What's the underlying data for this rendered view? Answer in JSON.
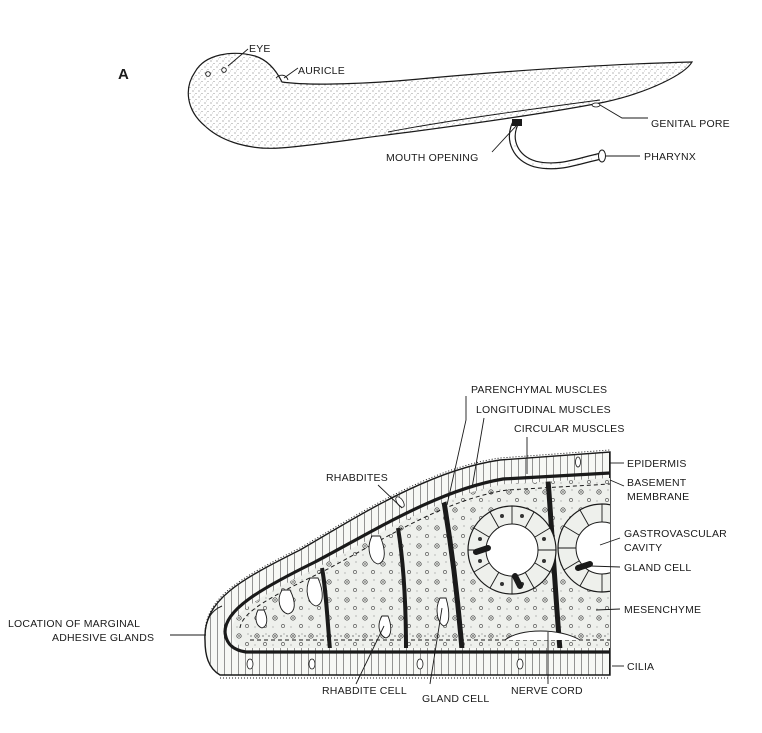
{
  "figure_a": {
    "panel_letter": "A",
    "labels": {
      "eye": "EYE",
      "auricle": "AURICLE",
      "genital_pore": "GENITAL PORE",
      "mouth_opening": "MOUTH OPENING",
      "pharynx": "PHARYNX"
    }
  },
  "figure_b": {
    "labels": {
      "parenchymal_muscles": "PARENCHYMAL MUSCLES",
      "longitudinal_muscles": "LONGITUDINAL MUSCLES",
      "circular_muscles": "CIRCULAR MUSCLES",
      "rhabdites": "RHABDITES",
      "epidermis": "EPIDERMIS",
      "basement_membrane_1": "BASEMENT",
      "basement_membrane_2": "MEMBRANE",
      "gastrovascular_cavity_1": "GASTROVASCULAR",
      "gastrovascular_cavity_2": "CAVITY",
      "gland_cell_right": "GLAND CELL",
      "mesenchyme": "MESENCHYME",
      "marginal_glands_1": "LOCATION OF MARGINAL",
      "marginal_glands_2": "ADHESIVE GLANDS",
      "cilia": "CILIA",
      "rhabdite_cell": "RHABDITE CELL",
      "gland_cell_bottom": "GLAND CELL",
      "nerve_cord": "NERVE CORD"
    }
  },
  "colors": {
    "ink": "#1a1a1a",
    "tissue": "#eef0ec",
    "stipple": "#555555",
    "paper": "#ffffff"
  }
}
